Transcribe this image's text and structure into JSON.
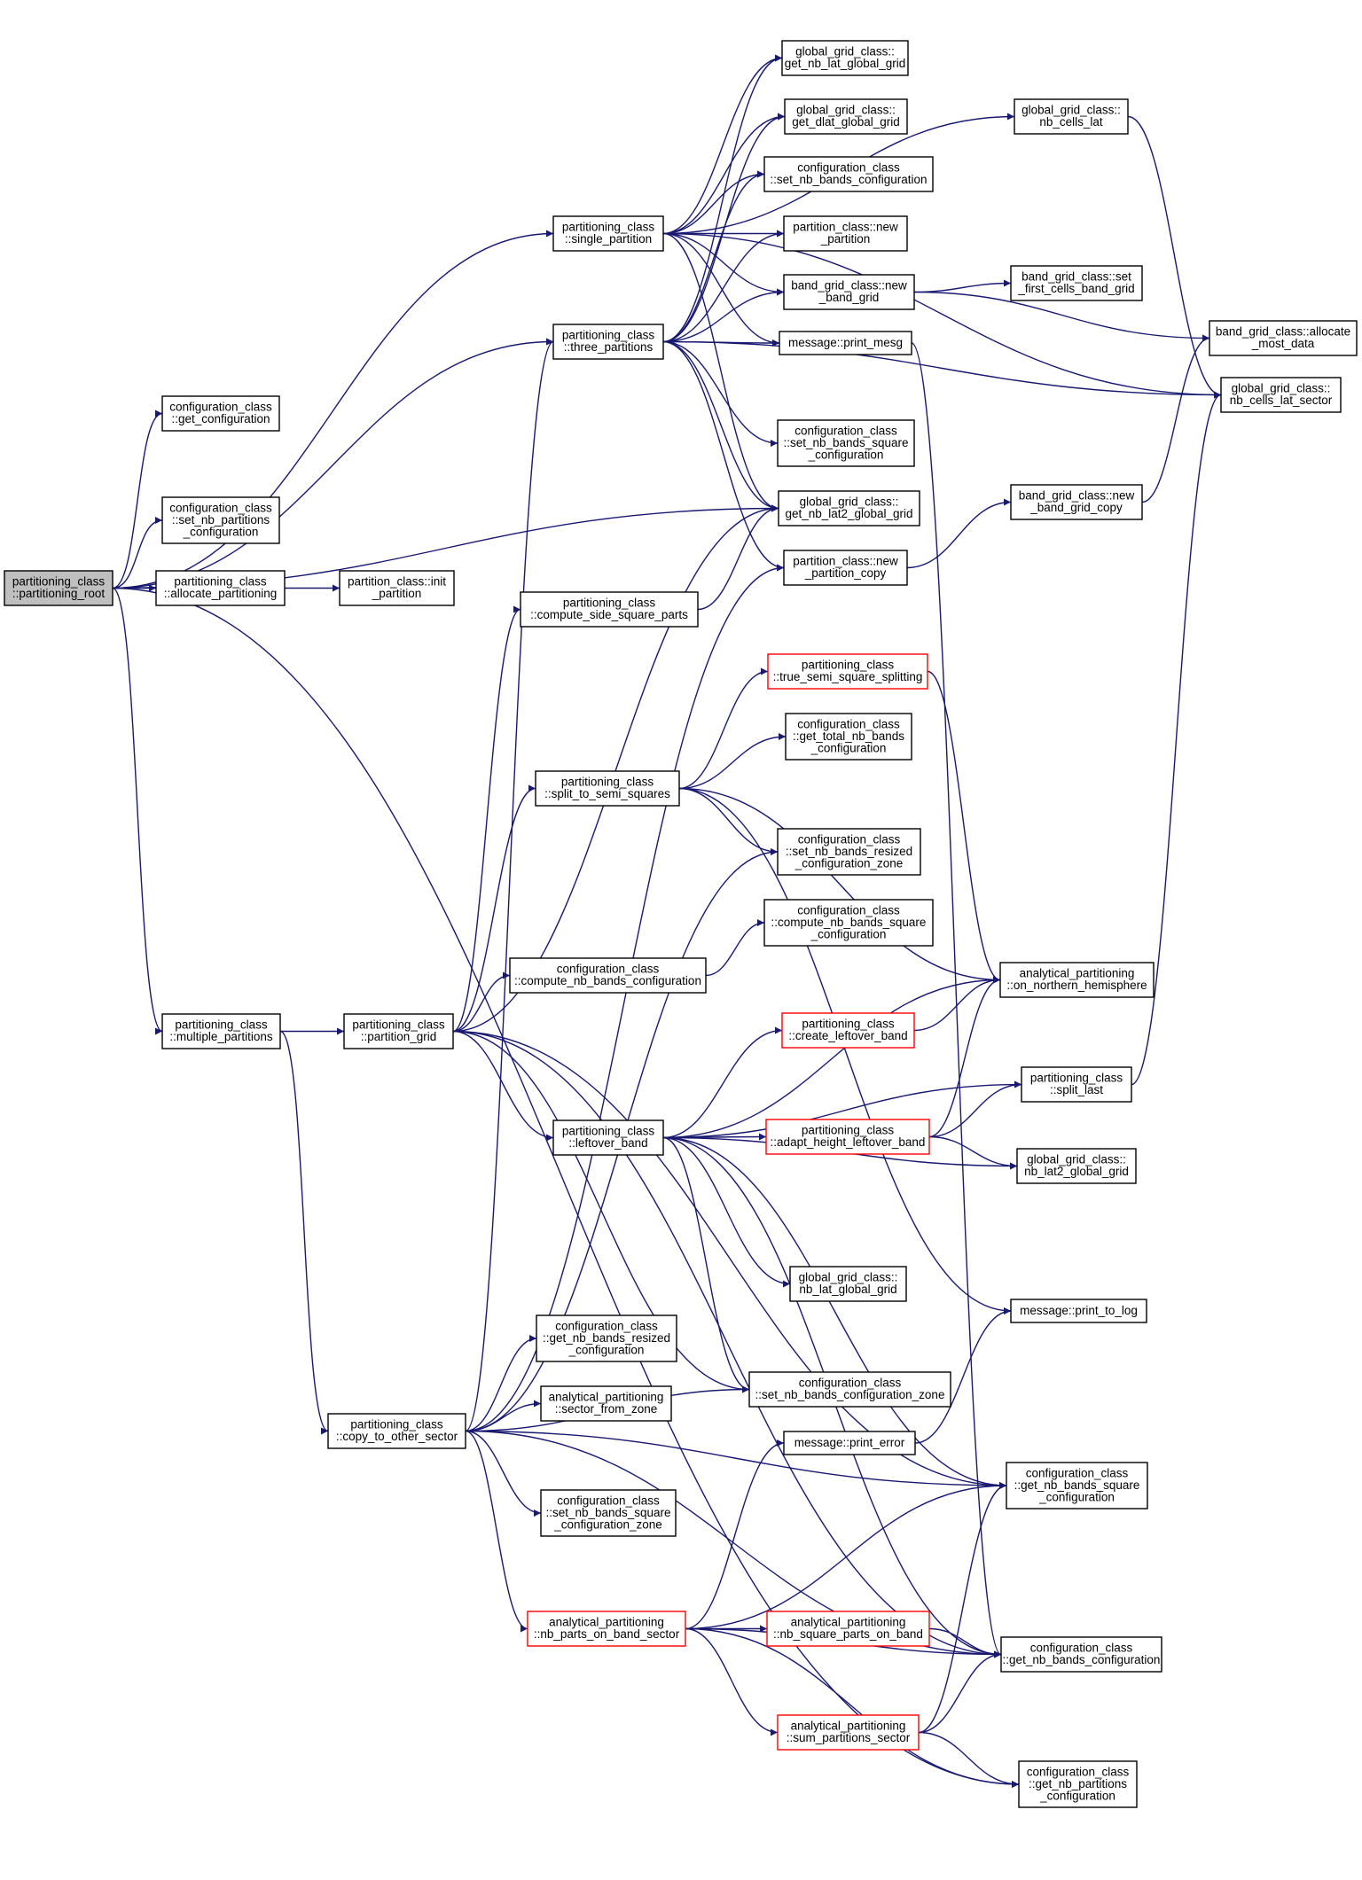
{
  "nodes": [
    {
      "id": "root",
      "lines": [
        "partitioning_class",
        "::partitioning_root"
      ],
      "style": "root"
    },
    {
      "id": "get_conf",
      "lines": [
        "configuration_class",
        "::get_configuration"
      ]
    },
    {
      "id": "set_nb_part_conf",
      "lines": [
        "configuration_class",
        "::set_nb_partitions",
        "_configuration"
      ]
    },
    {
      "id": "alloc_part",
      "lines": [
        "partitioning_class",
        "::allocate_partitioning"
      ]
    },
    {
      "id": "init_part",
      "lines": [
        "partition_class::init",
        "_partition"
      ]
    },
    {
      "id": "multiple",
      "lines": [
        "partitioning_class",
        "::multiple_partitions"
      ]
    },
    {
      "id": "single",
      "lines": [
        "partitioning_class",
        "::single_partition"
      ]
    },
    {
      "id": "three",
      "lines": [
        "partitioning_class",
        "::three_partitions"
      ]
    },
    {
      "id": "cs_sq_parts",
      "lines": [
        "partitioning_class",
        "::compute_side_square_parts"
      ]
    },
    {
      "id": "split_semi",
      "lines": [
        "partitioning_class",
        "::split_to_semi_squares"
      ]
    },
    {
      "id": "cnb_conf",
      "lines": [
        "configuration_class",
        "::compute_nb_bands_configuration"
      ]
    },
    {
      "id": "part_grid",
      "lines": [
        "partitioning_class",
        "::partition_grid"
      ]
    },
    {
      "id": "leftover",
      "lines": [
        "partitioning_class",
        "::leftover_band"
      ]
    },
    {
      "id": "get_nb_res",
      "lines": [
        "configuration_class",
        "::get_nb_bands_resized",
        "_configuration"
      ]
    },
    {
      "id": "sector_from_zone",
      "lines": [
        "analytical_partitioning",
        "::sector_from_zone"
      ]
    },
    {
      "id": "copy_sector",
      "lines": [
        "partitioning_class",
        "::copy_to_other_sector"
      ]
    },
    {
      "id": "set_sq_zone",
      "lines": [
        "configuration_class",
        "::set_nb_bands_square",
        "_configuration_zone"
      ]
    },
    {
      "id": "nb_parts_band",
      "lines": [
        "analytical_partitioning",
        "::nb_parts_on_band_sector"
      ],
      "style": "red"
    },
    {
      "id": "gnl_global",
      "lines": [
        "global_grid_class::",
        "get_nb_lat_global_grid"
      ]
    },
    {
      "id": "gdl_global",
      "lines": [
        "global_grid_class::",
        "get_dlat_global_grid"
      ]
    },
    {
      "id": "set_nb_conf",
      "lines": [
        "configuration_class",
        "::set_nb_bands_configuration"
      ]
    },
    {
      "id": "new_part",
      "lines": [
        "partition_class::new",
        "_partition"
      ]
    },
    {
      "id": "new_bg",
      "lines": [
        "band_grid_class::new",
        "_band_grid"
      ]
    },
    {
      "id": "print_mesg",
      "lines": [
        "message::print_mesg"
      ]
    },
    {
      "id": "set_sq_conf",
      "lines": [
        "configuration_class",
        "::set_nb_bands_square",
        "_configuration"
      ]
    },
    {
      "id": "gnl2_global",
      "lines": [
        "global_grid_class::",
        "get_nb_lat2_global_grid"
      ]
    },
    {
      "id": "new_part_copy",
      "lines": [
        "partition_class::new",
        "_partition_copy"
      ]
    },
    {
      "id": "true_semi",
      "lines": [
        "partitioning_class",
        "::true_semi_square_splitting"
      ],
      "style": "red"
    },
    {
      "id": "get_total",
      "lines": [
        "configuration_class",
        "::get_total_nb_bands",
        "_configuration"
      ]
    },
    {
      "id": "set_res_zone",
      "lines": [
        "configuration_class",
        "::set_nb_bands_resized",
        "_configuration_zone"
      ]
    },
    {
      "id": "cnb_sq_conf",
      "lines": [
        "configuration_class",
        "::compute_nb_bands_square",
        "_configuration"
      ]
    },
    {
      "id": "create_left",
      "lines": [
        "partitioning_class",
        "::create_leftover_band"
      ],
      "style": "red"
    },
    {
      "id": "adapt_height",
      "lines": [
        "partitioning_class",
        "::adapt_height_leftover_band"
      ],
      "style": "red"
    },
    {
      "id": "nb_lat_global",
      "lines": [
        "global_grid_class::",
        "nb_lat_global_grid"
      ]
    },
    {
      "id": "set_conf_zone",
      "lines": [
        "configuration_class",
        "::set_nb_bands_configuration_zone"
      ]
    },
    {
      "id": "print_error",
      "lines": [
        "message::print_error"
      ]
    },
    {
      "id": "nb_sq_parts",
      "lines": [
        "analytical_partitioning",
        "::nb_square_parts_on_band"
      ],
      "style": "red"
    },
    {
      "id": "sum_part",
      "lines": [
        "analytical_partitioning",
        "::sum_partitions_sector"
      ],
      "style": "red"
    },
    {
      "id": "nb_cells_lat",
      "lines": [
        "global_grid_class::",
        "nb_cells_lat"
      ]
    },
    {
      "id": "set_first",
      "lines": [
        "band_grid_class::set",
        "_first_cells_band_grid"
      ]
    },
    {
      "id": "new_bg_copy",
      "lines": [
        "band_grid_class::new",
        "_band_grid_copy"
      ]
    },
    {
      "id": "on_north",
      "lines": [
        "analytical_partitioning",
        "::on_northern_hemisphere"
      ]
    },
    {
      "id": "split_last",
      "lines": [
        "partitioning_class",
        "::split_last"
      ]
    },
    {
      "id": "nb_lat2",
      "lines": [
        "global_grid_class::",
        "nb_lat2_global_grid"
      ]
    },
    {
      "id": "print_log",
      "lines": [
        "message::print_to_log"
      ]
    },
    {
      "id": "get_sq_conf",
      "lines": [
        "configuration_class",
        "::get_nb_bands_square",
        "_configuration"
      ]
    },
    {
      "id": "get_nb_conf",
      "lines": [
        "configuration_class",
        "::get_nb_bands_configuration"
      ]
    },
    {
      "id": "get_nb_part_conf",
      "lines": [
        "configuration_class",
        "::get_nb_partitions",
        "_configuration"
      ]
    },
    {
      "id": "alloc_most",
      "lines": [
        "band_grid_class::allocate",
        "_most_data"
      ]
    },
    {
      "id": "nb_cells_sector",
      "lines": [
        "global_grid_class::",
        "nb_cells_lat_sector"
      ]
    }
  ],
  "edges": [
    [
      "root",
      "get_conf"
    ],
    [
      "root",
      "set_nb_part_conf"
    ],
    [
      "root",
      "alloc_part"
    ],
    [
      "root",
      "single"
    ],
    [
      "root",
      "three"
    ],
    [
      "root",
      "multiple"
    ],
    [
      "root",
      "gnl2_global"
    ],
    [
      "root",
      "get_nb_part_conf"
    ],
    [
      "alloc_part",
      "init_part"
    ],
    [
      "multiple",
      "part_grid"
    ],
    [
      "multiple",
      "copy_sector"
    ],
    [
      "single",
      "nb_cells_lat"
    ],
    [
      "single",
      "gnl_global"
    ],
    [
      "single",
      "gdl_global"
    ],
    [
      "single",
      "set_nb_conf"
    ],
    [
      "single",
      "new_part"
    ],
    [
      "single",
      "new_bg"
    ],
    [
      "single",
      "print_mesg"
    ],
    [
      "single",
      "gnl2_global"
    ],
    [
      "single",
      "nb_cells_sector"
    ],
    [
      "three",
      "gnl_global"
    ],
    [
      "three",
      "gdl_global"
    ],
    [
      "three",
      "set_nb_conf"
    ],
    [
      "three",
      "new_part"
    ],
    [
      "three",
      "new_bg"
    ],
    [
      "three",
      "print_mesg"
    ],
    [
      "three",
      "set_sq_conf"
    ],
    [
      "three",
      "gnl2_global"
    ],
    [
      "three",
      "new_part_copy"
    ],
    [
      "three",
      "nb_cells_sector"
    ],
    [
      "cs_sq_parts",
      "gnl2_global"
    ],
    [
      "part_grid",
      "cs_sq_parts"
    ],
    [
      "part_grid",
      "split_semi"
    ],
    [
      "part_grid",
      "cnb_conf"
    ],
    [
      "part_grid",
      "leftover"
    ],
    [
      "part_grid",
      "gnl2_global"
    ],
    [
      "part_grid",
      "set_conf_zone"
    ],
    [
      "part_grid",
      "get_sq_conf"
    ],
    [
      "part_grid",
      "get_nb_conf"
    ],
    [
      "split_semi",
      "true_semi"
    ],
    [
      "split_semi",
      "get_total"
    ],
    [
      "split_semi",
      "set_res_zone"
    ],
    [
      "split_semi",
      "on_north"
    ],
    [
      "split_semi",
      "print_log"
    ],
    [
      "cnb_conf",
      "cnb_sq_conf"
    ],
    [
      "leftover",
      "create_left"
    ],
    [
      "leftover",
      "adapt_height"
    ],
    [
      "leftover",
      "split_last"
    ],
    [
      "leftover",
      "nb_lat2"
    ],
    [
      "leftover",
      "nb_lat_global"
    ],
    [
      "leftover",
      "set_conf_zone"
    ],
    [
      "leftover",
      "on_north"
    ],
    [
      "leftover",
      "get_sq_conf"
    ],
    [
      "leftover",
      "get_nb_conf"
    ],
    [
      "copy_sector",
      "three"
    ],
    [
      "copy_sector",
      "new_part_copy"
    ],
    [
      "copy_sector",
      "set_res_zone"
    ],
    [
      "copy_sector",
      "get_nb_res"
    ],
    [
      "copy_sector",
      "sector_from_zone"
    ],
    [
      "copy_sector",
      "set_sq_zone"
    ],
    [
      "copy_sector",
      "nb_parts_band"
    ],
    [
      "copy_sector",
      "set_conf_zone"
    ],
    [
      "copy_sector",
      "get_sq_conf"
    ],
    [
      "copy_sector",
      "get_nb_conf"
    ],
    [
      "nb_parts_band",
      "print_error"
    ],
    [
      "nb_parts_band",
      "nb_sq_parts"
    ],
    [
      "nb_parts_band",
      "sum_part"
    ],
    [
      "nb_parts_band",
      "get_sq_conf"
    ],
    [
      "nb_parts_band",
      "get_nb_conf"
    ],
    [
      "nb_parts_band",
      "get_nb_part_conf"
    ],
    [
      "nb_sq_parts",
      "get_nb_conf"
    ],
    [
      "sum_part",
      "get_sq_conf"
    ],
    [
      "sum_part",
      "get_nb_conf"
    ],
    [
      "sum_part",
      "get_nb_part_conf"
    ],
    [
      "new_bg",
      "set_first"
    ],
    [
      "new_bg",
      "alloc_most"
    ],
    [
      "new_part_copy",
      "new_bg_copy"
    ],
    [
      "new_bg_copy",
      "alloc_most"
    ],
    [
      "nb_cells_lat",
      "nb_cells_sector"
    ],
    [
      "print_mesg",
      "get_nb_conf"
    ],
    [
      "true_semi",
      "on_north"
    ],
    [
      "create_left",
      "on_north"
    ],
    [
      "adapt_height",
      "on_north"
    ],
    [
      "adapt_height",
      "split_last"
    ],
    [
      "adapt_height",
      "nb_lat2"
    ],
    [
      "split_last",
      "nb_cells_sector"
    ],
    [
      "print_error",
      "print_log"
    ]
  ]
}
